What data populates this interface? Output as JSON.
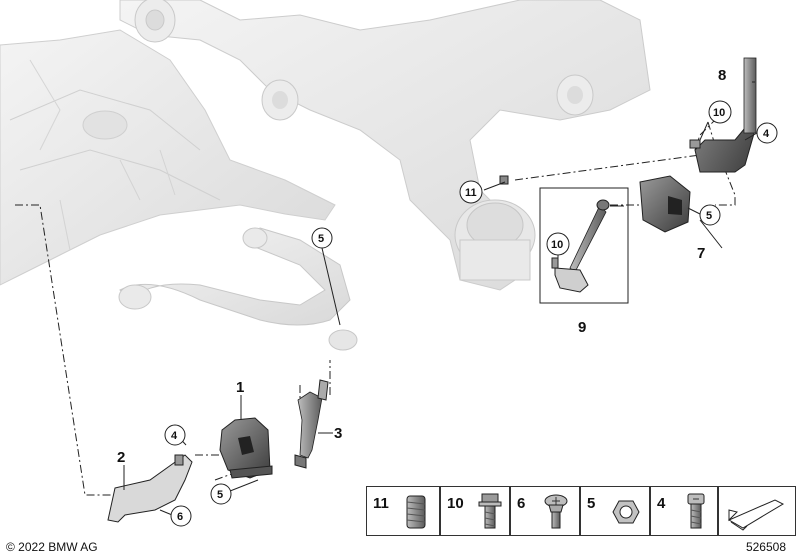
{
  "copyright": "© 2022 BMW AG",
  "diagram_id": "526508",
  "callouts": {
    "c1": "1",
    "c2": "2",
    "c3": "3",
    "c4a": "4",
    "c4b": "4",
    "c5a": "5",
    "c5b": "5",
    "c5c": "5",
    "c6": "6",
    "c7": "7",
    "c8": "8",
    "c9": "9",
    "c10a": "10",
    "c10b": "10",
    "c11": "11"
  },
  "legend": [
    "11",
    "10",
    "6",
    "5",
    "4"
  ],
  "colors": {
    "line": "#222222",
    "ghost": "#e6e6e6",
    "ghost_edge": "#c8c8c8",
    "part": "#6b6b6b",
    "part_dark": "#3a3a3a"
  }
}
